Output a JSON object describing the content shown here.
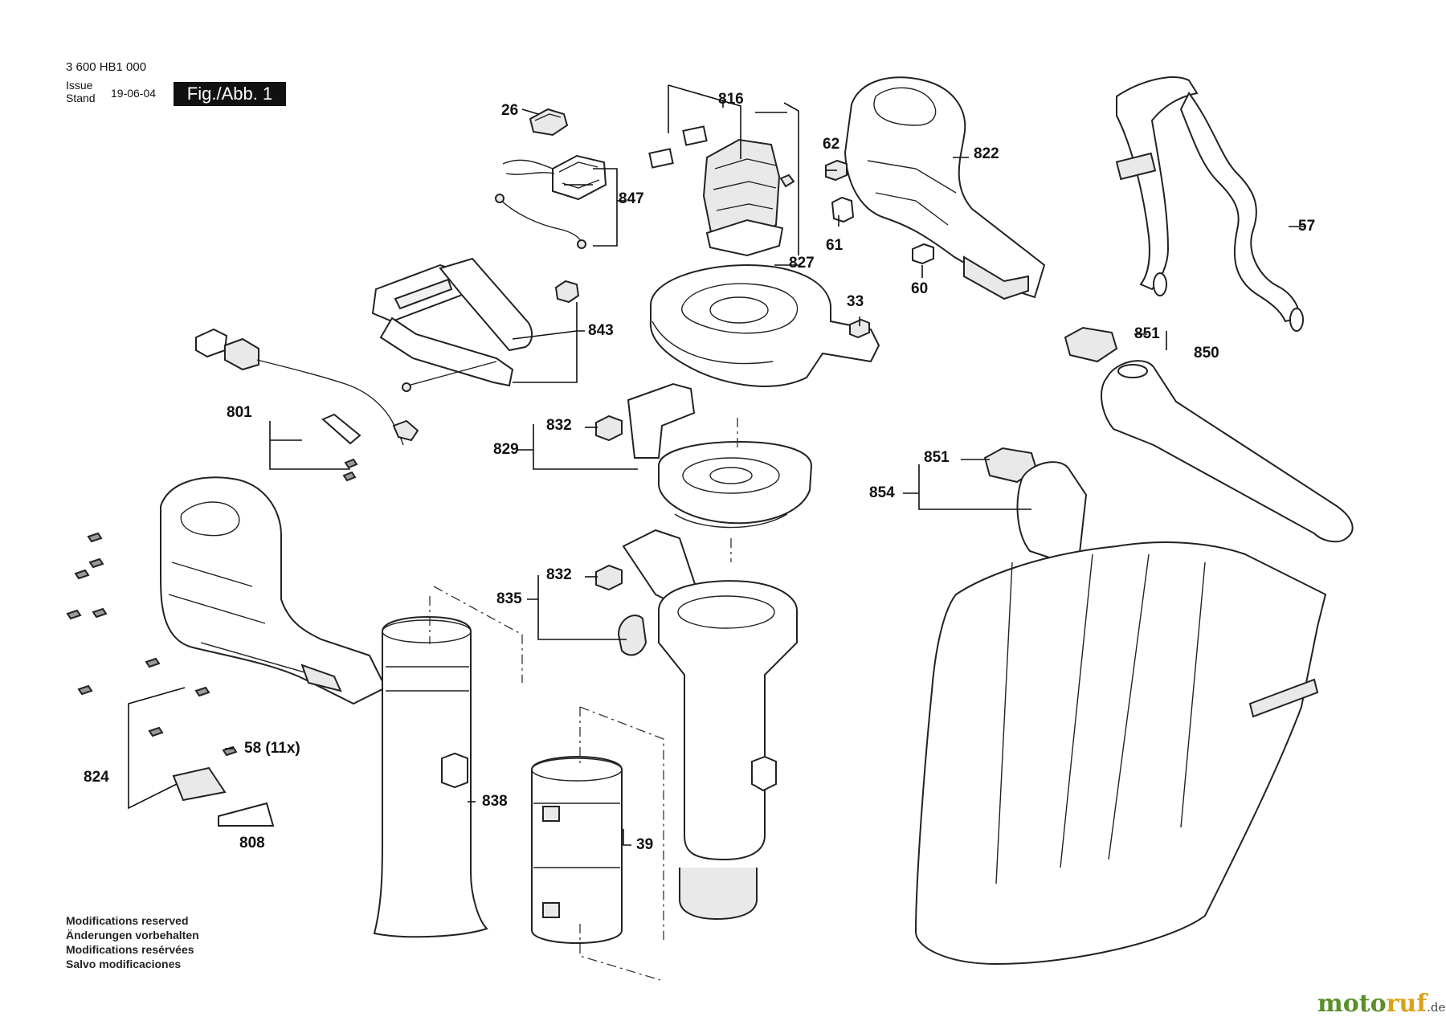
{
  "header": {
    "part_number": "3 600 HB1 000",
    "issue_label": "Issue",
    "stand_label": "Stand",
    "issue_date": "19-06-04",
    "figure_label": "Fig./Abb. 1"
  },
  "parts": {
    "p26": "26",
    "p816": "816",
    "p822": "822",
    "p62": "62",
    "p847": "847",
    "p57": "57",
    "p61": "61",
    "p827": "827",
    "p60": "60",
    "p33": "33",
    "p843": "843",
    "p851a": "851",
    "p850": "850",
    "p801": "801",
    "p832a": "832",
    "p829": "829",
    "p851b": "851",
    "p854": "854",
    "p832b": "832",
    "p835": "835",
    "p58": "58 (11x)",
    "p824": "824",
    "p838": "838",
    "p39": "39",
    "p808": "808"
  },
  "notes": [
    "Modifications reserved",
    "Änderungen vorbehalten",
    "Modifications resérvées",
    "Salvo modificaciones"
  ],
  "watermark": {
    "brand_a": "moto",
    "brand_b": "ruf",
    "tld": ".de"
  }
}
